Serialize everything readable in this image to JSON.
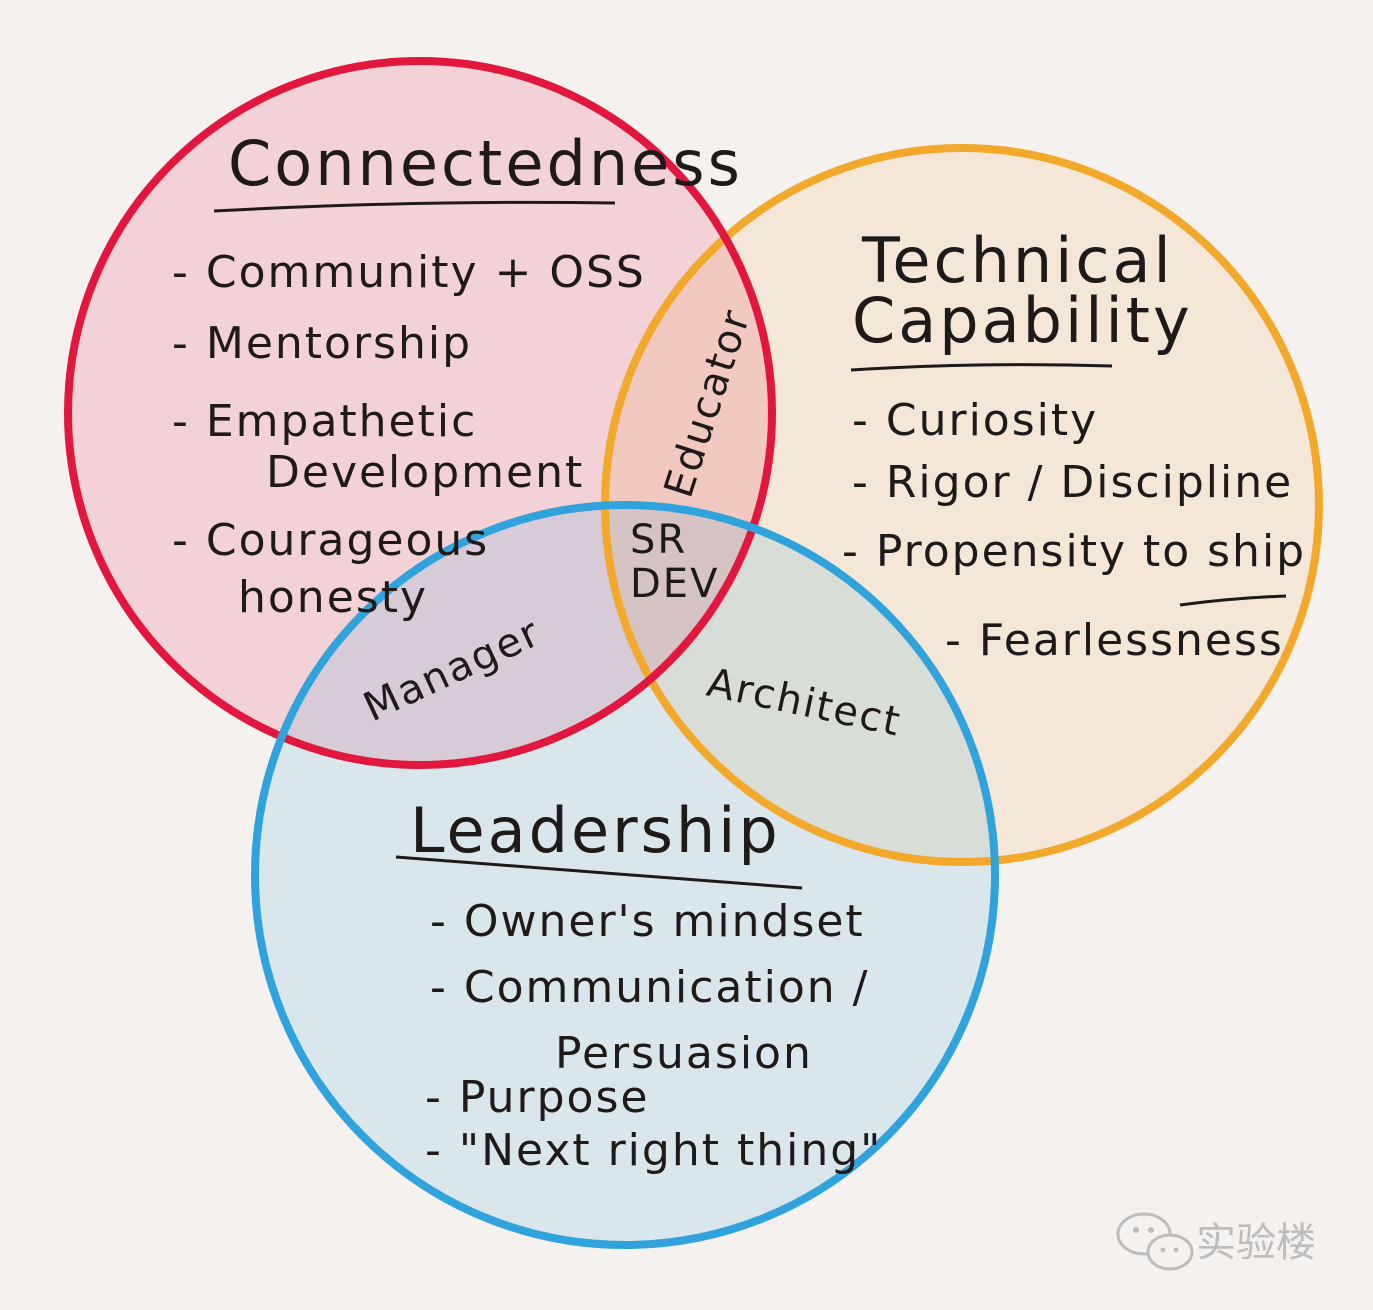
{
  "colors": {
    "background": "#f5f1ef",
    "connectedness": "#e2173e",
    "technical": "#f2a82a",
    "leadership": "#31a3dc",
    "ink": "#1e1a1a"
  },
  "circles": {
    "connectedness": {
      "title": "Connectedness",
      "items": [
        "- Community + OSS",
        "- Mentorship",
        "- Empathetic",
        "Development",
        "- Courageous",
        "honesty"
      ]
    },
    "technical": {
      "title_line1": "Technical",
      "title_line2": "Capability",
      "items": [
        "- Curiosity",
        "- Rigor / Discipline",
        "- Propensity to ship",
        "- Fearlessness"
      ]
    },
    "leadership": {
      "title": "Leadership",
      "items": [
        "- Owner's mindset",
        "- Communication /",
        "Persuasion",
        "- Purpose",
        "- \"Next right thing\""
      ]
    }
  },
  "intersections": {
    "educator": "Educator",
    "manager": "Manager",
    "architect": "Architect",
    "center_line1": "SR",
    "center_line2": "DEV"
  },
  "watermark": {
    "text": "实验楼",
    "icon": "wechat-icon"
  }
}
